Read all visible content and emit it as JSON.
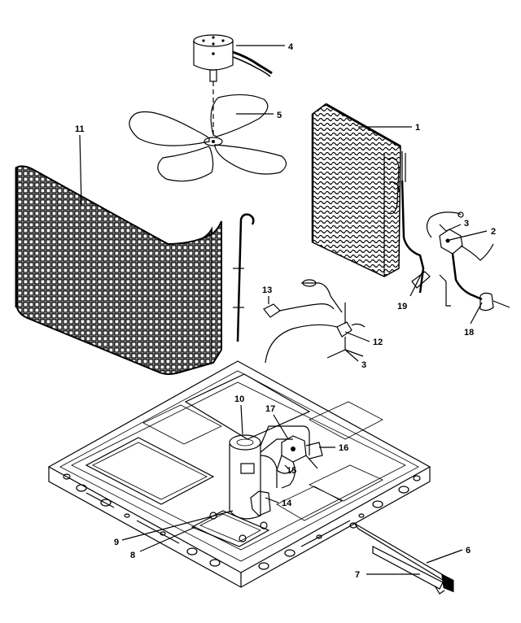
{
  "callouts": [
    {
      "id": "c1",
      "label": "1"
    },
    {
      "id": "c2",
      "label": "2"
    },
    {
      "id": "c3a",
      "label": "3"
    },
    {
      "id": "c3b",
      "label": "3"
    },
    {
      "id": "c4",
      "label": "4"
    },
    {
      "id": "c5",
      "label": "5"
    },
    {
      "id": "c6",
      "label": "6"
    },
    {
      "id": "c7",
      "label": "7"
    },
    {
      "id": "c8",
      "label": "8"
    },
    {
      "id": "c9",
      "label": "9"
    },
    {
      "id": "c10",
      "label": "10"
    },
    {
      "id": "c11",
      "label": "11"
    },
    {
      "id": "c12",
      "label": "12"
    },
    {
      "id": "c13",
      "label": "13"
    },
    {
      "id": "c14",
      "label": "14"
    },
    {
      "id": "c15",
      "label": "15"
    },
    {
      "id": "c16",
      "label": "16"
    },
    {
      "id": "c17",
      "label": "17"
    },
    {
      "id": "c18",
      "label": "18"
    },
    {
      "id": "c19",
      "label": "19"
    }
  ]
}
